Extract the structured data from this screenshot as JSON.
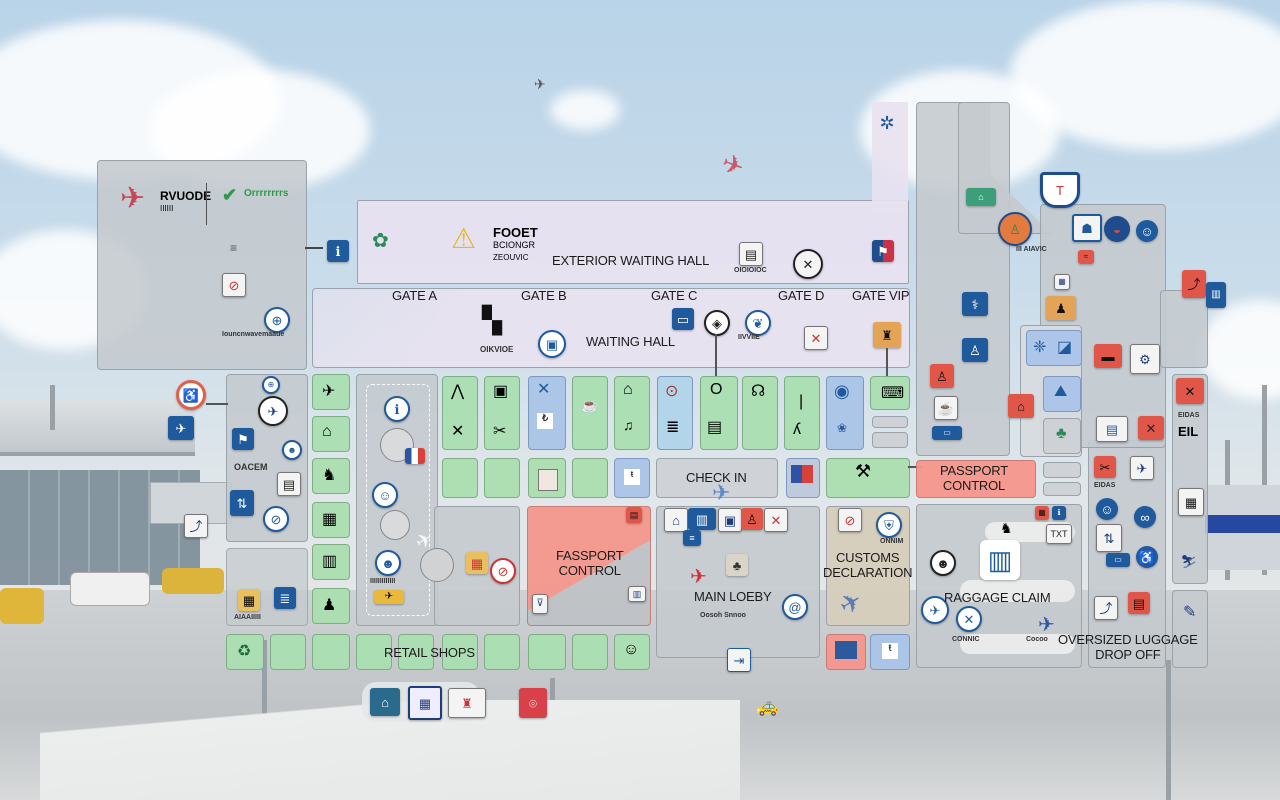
{
  "map": {
    "title_logo": {
      "text_line1": "RVUODE",
      "text_line2": "IIIIII",
      "partner_text": "Orrrrrrrrs"
    },
    "exterior_sign": {
      "line1": "FOOET",
      "line2": "BCIONGR",
      "line3": "ZEOUVIC"
    },
    "areas": {
      "exterior_waiting_hall": "EXTERIOR WAITING HALL",
      "waiting_hall": "WAITING HALL",
      "check_in": "CHECK IN",
      "passport_control_left": "FASSPORT\nCONTROL",
      "passport_control_right": "PASSPORT\nCONTROL",
      "main_lobby": "MAIN LOEBY",
      "customs": "CUSTOMS\nDECLARATION",
      "baggage_claim": "RAGGAGE CLAIM",
      "oversized_luggage": "OVERSIZED LUGGAGE\nDROP OFF",
      "retail_shops": "RETAIL SHOPS"
    },
    "gates": [
      "GATE A",
      "GATE B",
      "GATE C",
      "GATE D",
      "GATE VIP"
    ],
    "small_captions": {
      "left_panel": "Iouncnwavemaaue",
      "left_column_caption": "OACEM",
      "waiting_icon_caption": "OIKVIOE",
      "sign_caption": "OIOIOIOC",
      "gate_c_caption": "IIVVIIE",
      "main_lobby_sub": "Oosoh Snnoo",
      "customs_sub": "ONNIM",
      "security_caption": "IIIIIIIIIIIII",
      "baggage_sub1": "CONNIC",
      "baggage_sub2": "Cocoo",
      "right_col_caption": "EIDAS",
      "right_col_big": "EIL",
      "top_right_caption": "III AIAVIC",
      "store_caption": "AIAAIIIII"
    },
    "colors": {
      "zone_green": "#aadeb0",
      "zone_blue": "#aac4e8",
      "zone_red": "#f4968c",
      "zone_gray": "#c4c9ce",
      "zone_lavender": "#e8e2f0",
      "sign_blue": "#1f5a9c",
      "sign_red": "#e0574a"
    },
    "icons": [
      "airplane-icon",
      "warning-icon",
      "toilet-icon",
      "no-entry-icon",
      "elevator-icon",
      "luggage-icon",
      "taxi-icon",
      "shield-icon",
      "info-icon",
      "exit-icon"
    ]
  }
}
